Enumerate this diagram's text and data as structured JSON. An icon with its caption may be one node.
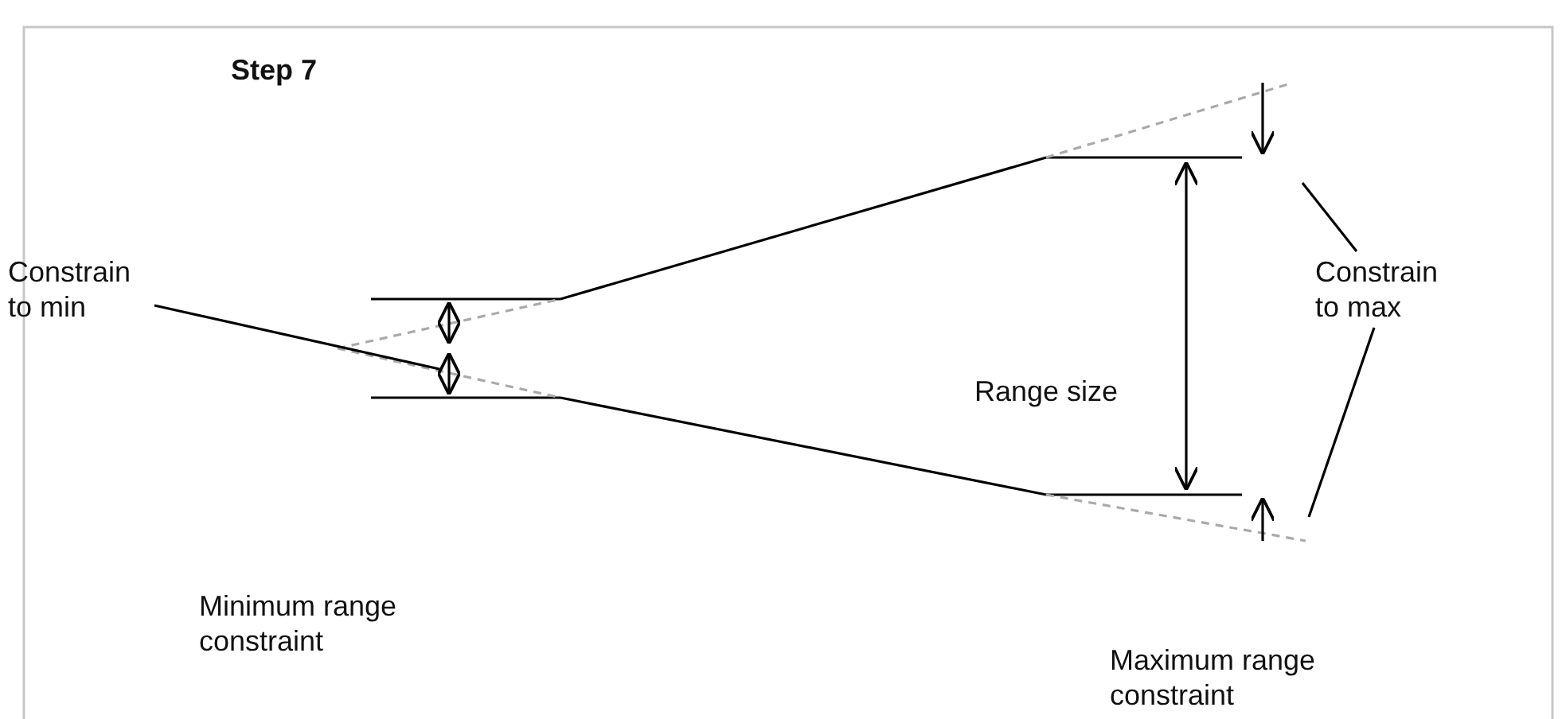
{
  "diagram": {
    "title": "Step 7",
    "nodes": [
      {
        "text": [
          "Constrain to min"
        ]
      },
      {
        "text": [
          "Constrain to max"
        ]
      }
    ],
    "edges": [
      {
        "from": 0,
        "to": null,
        "arrow": "none"
      },
      {
        "from": 1,
        "to": null,
        "arrow": "none"
      },
      {
        "from": 1,
        "to": null,
        "arrow": "none"
      }
    ],
    "labels": [
      "Range size",
      "Minimum range constraint",
      "Maximum range constraint"
    ]
  }
}
